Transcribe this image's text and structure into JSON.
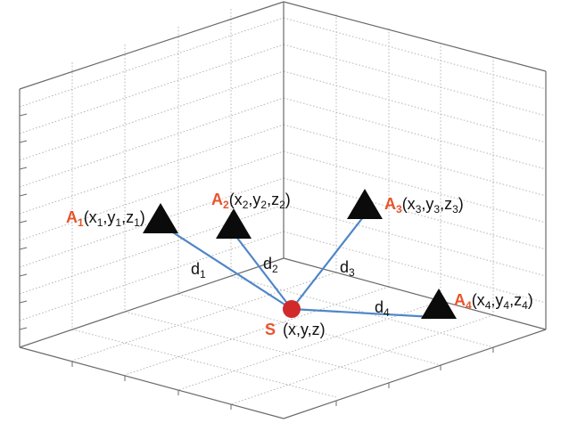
{
  "colors": {
    "anchor_label": "#e8542b",
    "source_point": "#d12a2a",
    "link_line": "#4e86c8",
    "anchor_marker": "#0b0b0b",
    "grid": "#b0b0b0"
  },
  "source": {
    "name": "S",
    "coords": "(x,y,z)"
  },
  "anchors": [
    {
      "letter": "A",
      "index": "1",
      "p1": "(x",
      "s1": "1",
      "p2": ",y",
      "s2": "1",
      "p3": ",z",
      "s3": "1",
      "p4": ")"
    },
    {
      "letter": "A",
      "index": "2",
      "p1": "(x",
      "s1": "2",
      "p2": ",y",
      "s2": "2",
      "p3": ",z",
      "s3": "2",
      "p4": ")"
    },
    {
      "letter": "A",
      "index": "3",
      "p1": "(x",
      "s1": "3",
      "p2": ",y",
      "s2": "3",
      "p3": ",z",
      "s3": "3",
      "p4": ")"
    },
    {
      "letter": "A",
      "index": "4",
      "p1": "(x",
      "s1": "4",
      "p2": ",y",
      "s2": "4",
      "p3": ",z",
      "s3": "4",
      "p4": ")"
    }
  ],
  "distances": [
    {
      "letter": "d",
      "index": "1"
    },
    {
      "letter": "d",
      "index": "2"
    },
    {
      "letter": "d",
      "index": "3"
    },
    {
      "letter": "d",
      "index": "4"
    }
  ]
}
